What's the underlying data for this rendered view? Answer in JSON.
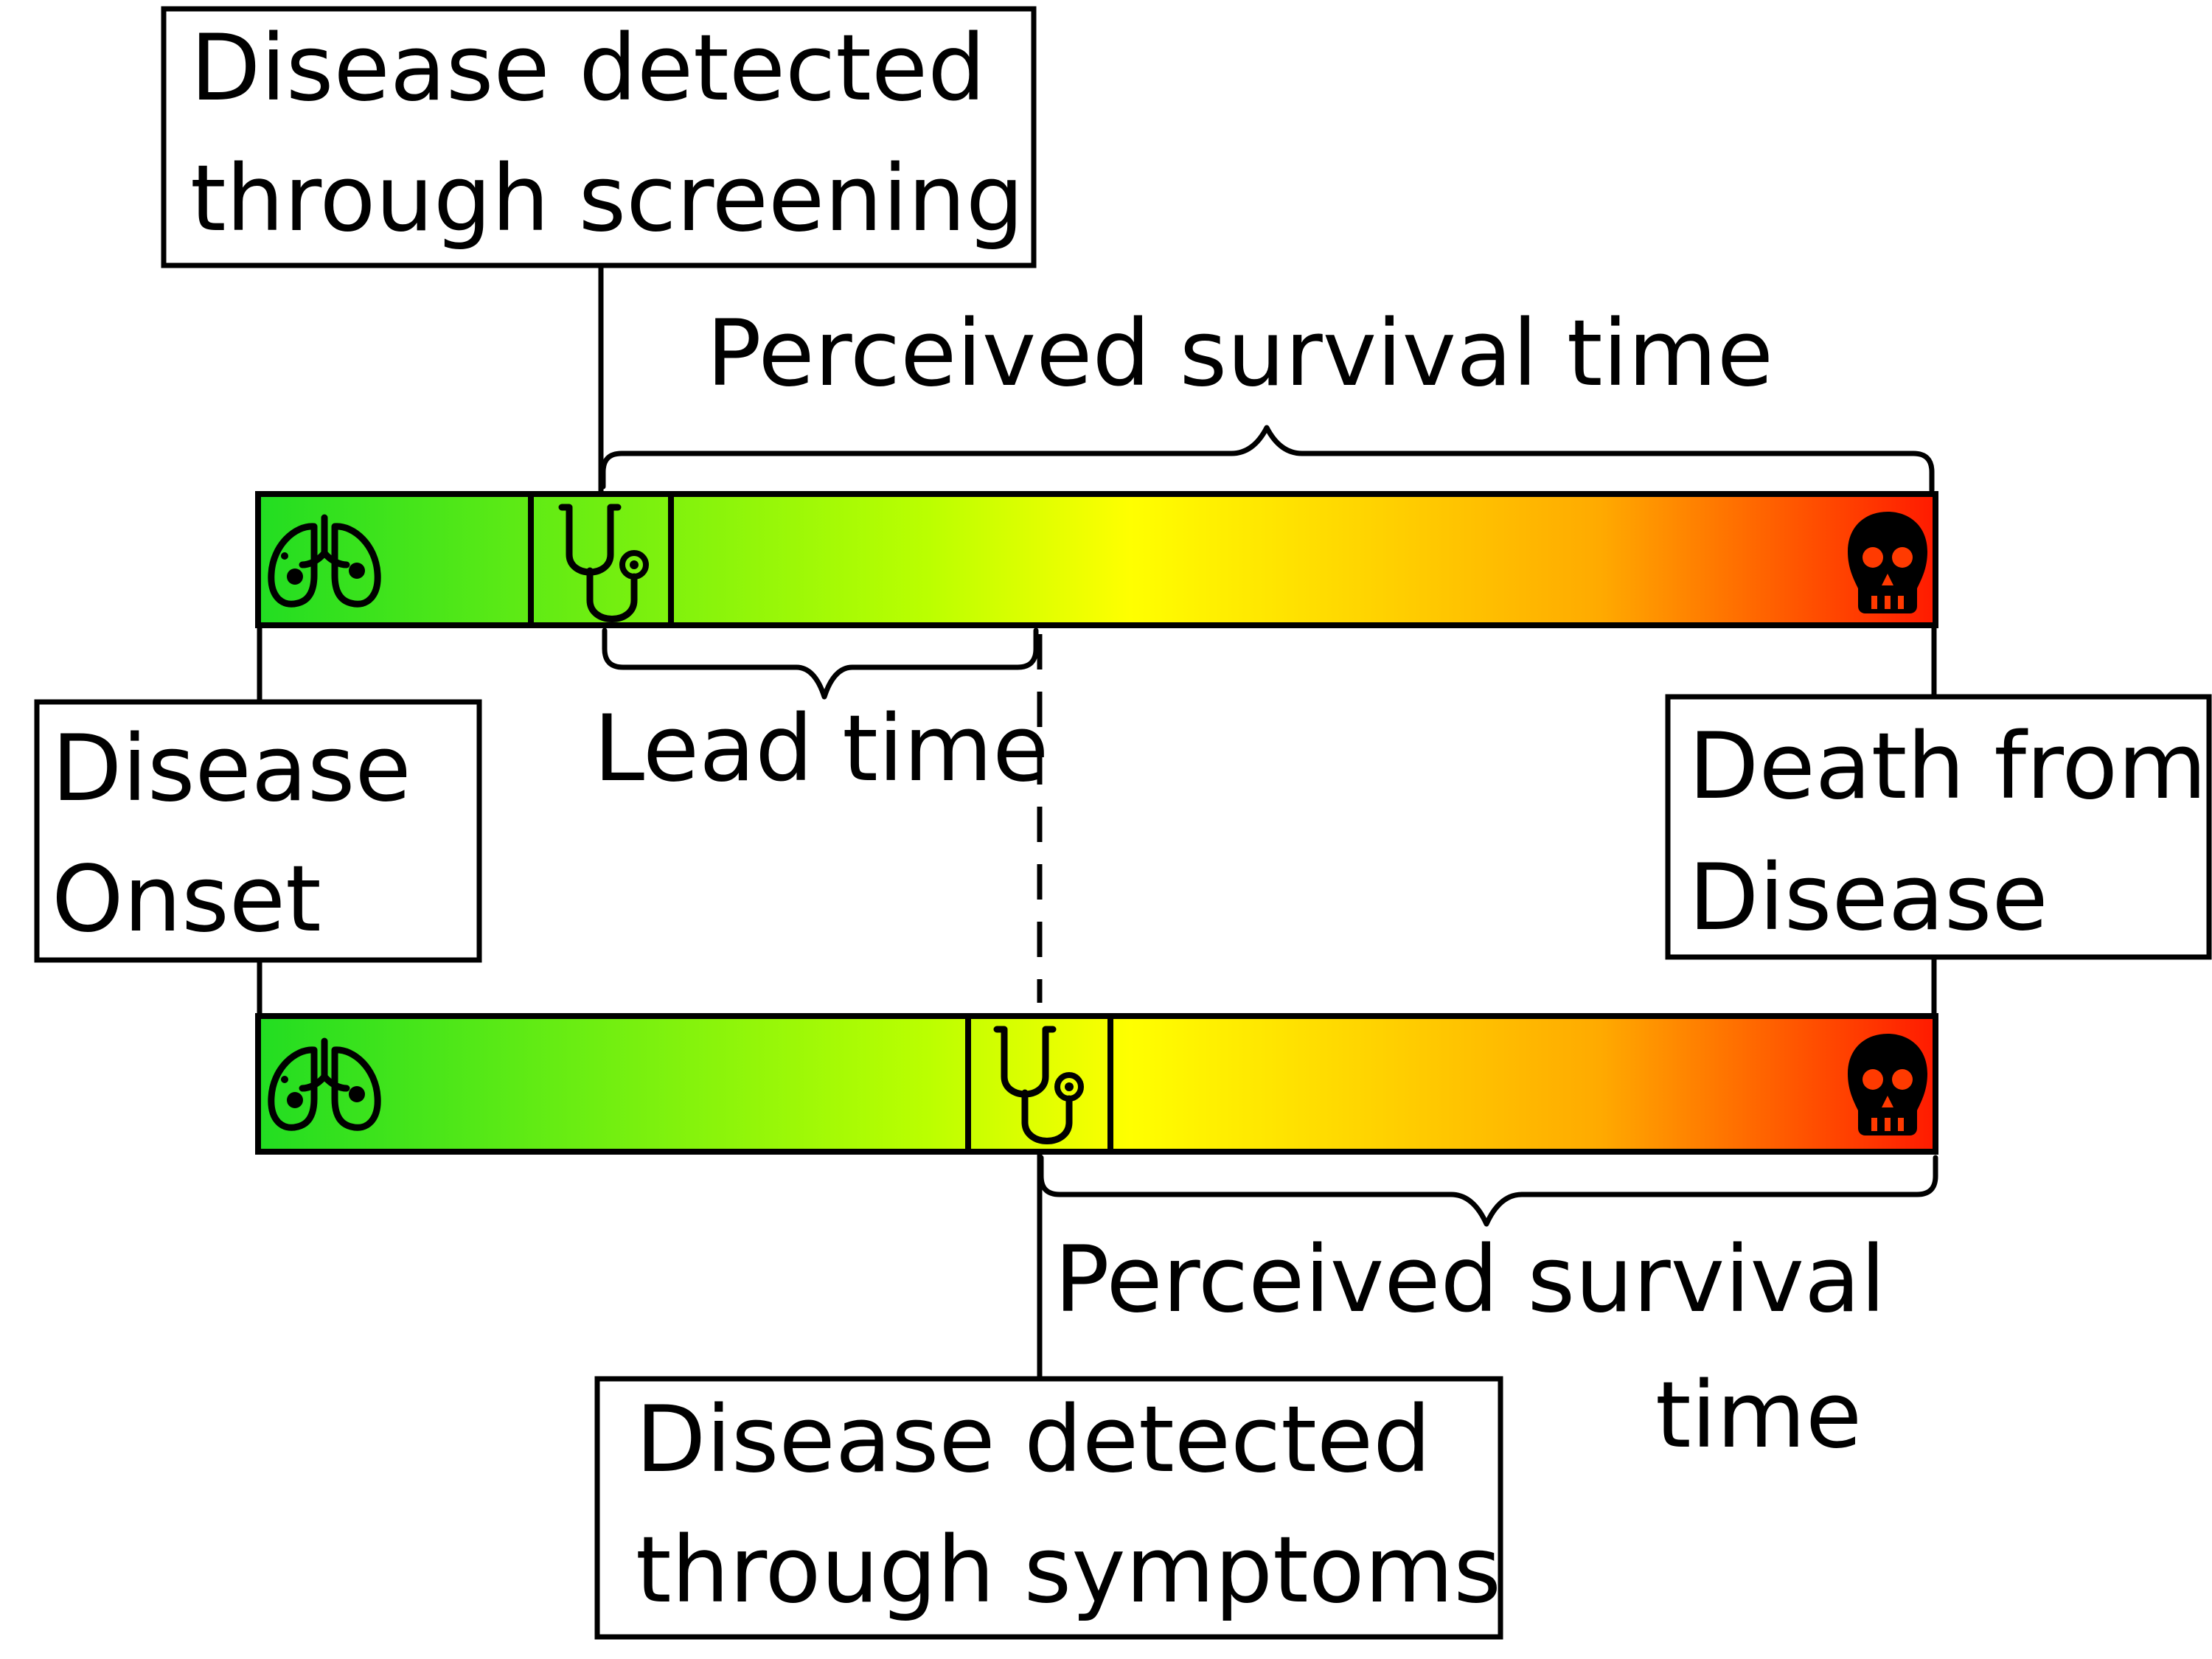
{
  "labels": {
    "screening_box": [
      "Disease detected",
      "through screening"
    ],
    "perceived_top": "Perceived survival time",
    "lead_time": "Lead time",
    "onset_box": [
      "Disease",
      "Onset"
    ],
    "death_box": [
      "Death from",
      "Disease"
    ],
    "perceived_bottom": [
      "Perceived survival",
      "time"
    ],
    "symptoms_box": [
      "Disease detected",
      "through symptoms"
    ]
  },
  "colors": {
    "gradient": [
      "#22dd22",
      "#bbff00",
      "#ffff00",
      "#ffaa00",
      "#ff1a00"
    ]
  },
  "icons": {
    "onset": "lungs-icon",
    "detection": "stethoscope-icon",
    "death": "skull-icon"
  }
}
